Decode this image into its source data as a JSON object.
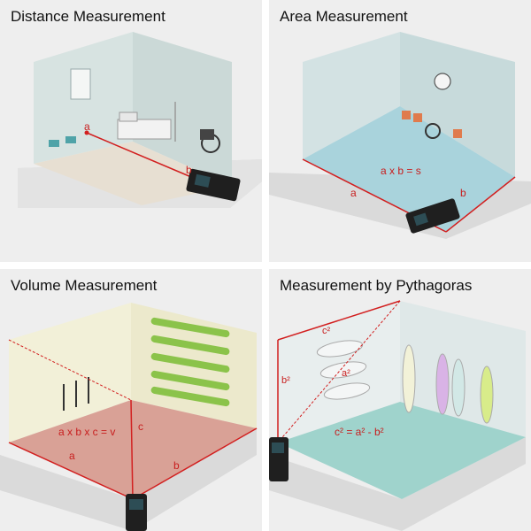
{
  "panels": [
    {
      "title": "Distance Measurement",
      "labels": {
        "a": "a",
        "b": "b"
      }
    },
    {
      "title": "Area Measurement",
      "labels": {
        "formula": "a x b = s",
        "a": "a",
        "b": "b"
      }
    },
    {
      "title": "Volume Measurement",
      "labels": {
        "formula": "a x b x c = v",
        "a": "a",
        "b": "b",
        "c": "c"
      }
    },
    {
      "title": "Measurement by Pythagoras",
      "labels": {
        "c2": "c²",
        "a2": "a²",
        "b2": "b²",
        "formula": "c² = a² - b²"
      }
    }
  ],
  "colors": {
    "measure_line": "#d21f1f",
    "background": "#eeeeee"
  }
}
